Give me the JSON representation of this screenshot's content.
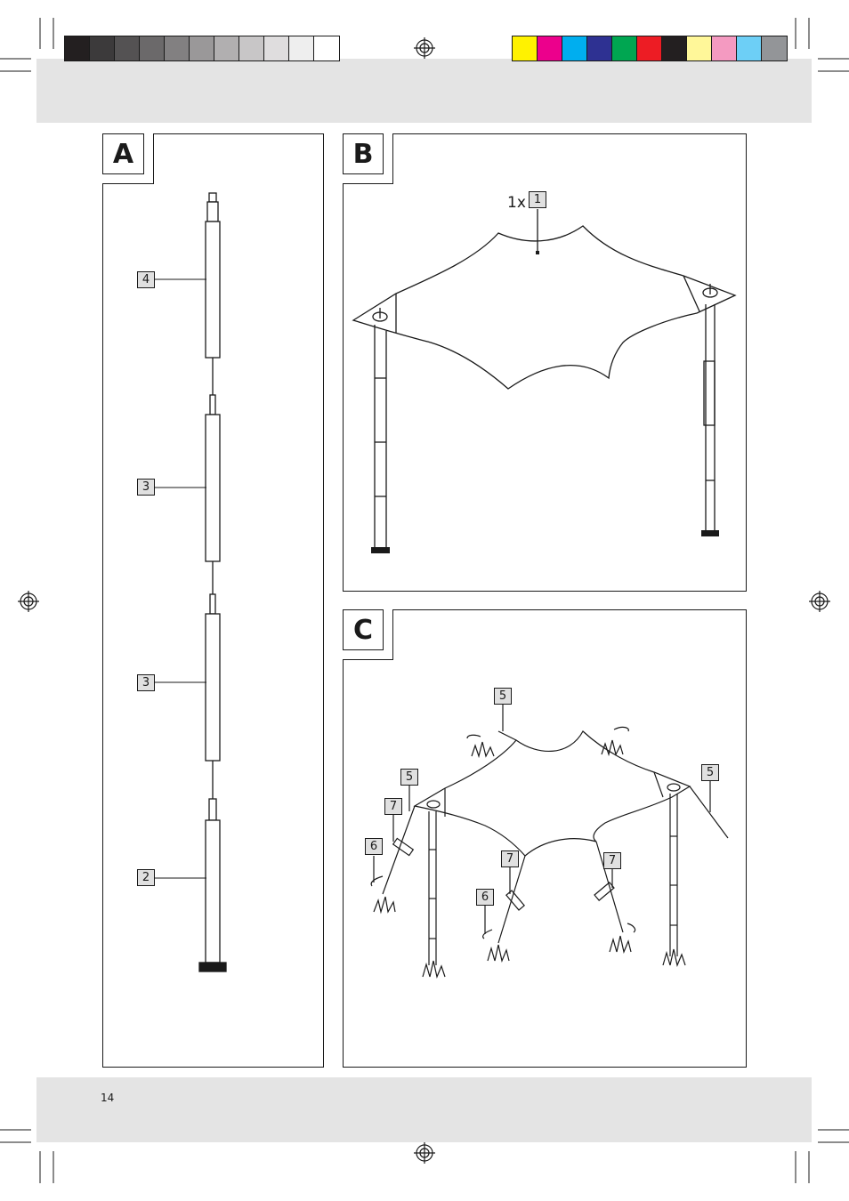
{
  "registration": {
    "gray_swatches": [
      "#231f20",
      "#3c3a3b",
      "#545253",
      "#6b696a",
      "#828081",
      "#9a9899",
      "#b1afb0",
      "#c8c6c7",
      "#dfddde",
      "#eeeeee",
      "#ffffff"
    ],
    "color_swatches": [
      "#fff200",
      "#ec008c",
      "#00aeef",
      "#2e3192",
      "#00a651",
      "#ed1c24",
      "#231f20",
      "#fff799",
      "#f49ac1",
      "#6dcff6",
      "#939598"
    ]
  },
  "panels": {
    "a": {
      "letter": "A",
      "labels": [
        "4",
        "3",
        "3",
        "2"
      ]
    },
    "b": {
      "letter": "B",
      "quantity_prefix": "1x",
      "part_label": "1"
    },
    "c": {
      "letter": "C",
      "labels": [
        "5",
        "5",
        "5",
        "7",
        "6",
        "7",
        "7",
        "6"
      ]
    }
  },
  "footer": {
    "page_number": "14"
  }
}
